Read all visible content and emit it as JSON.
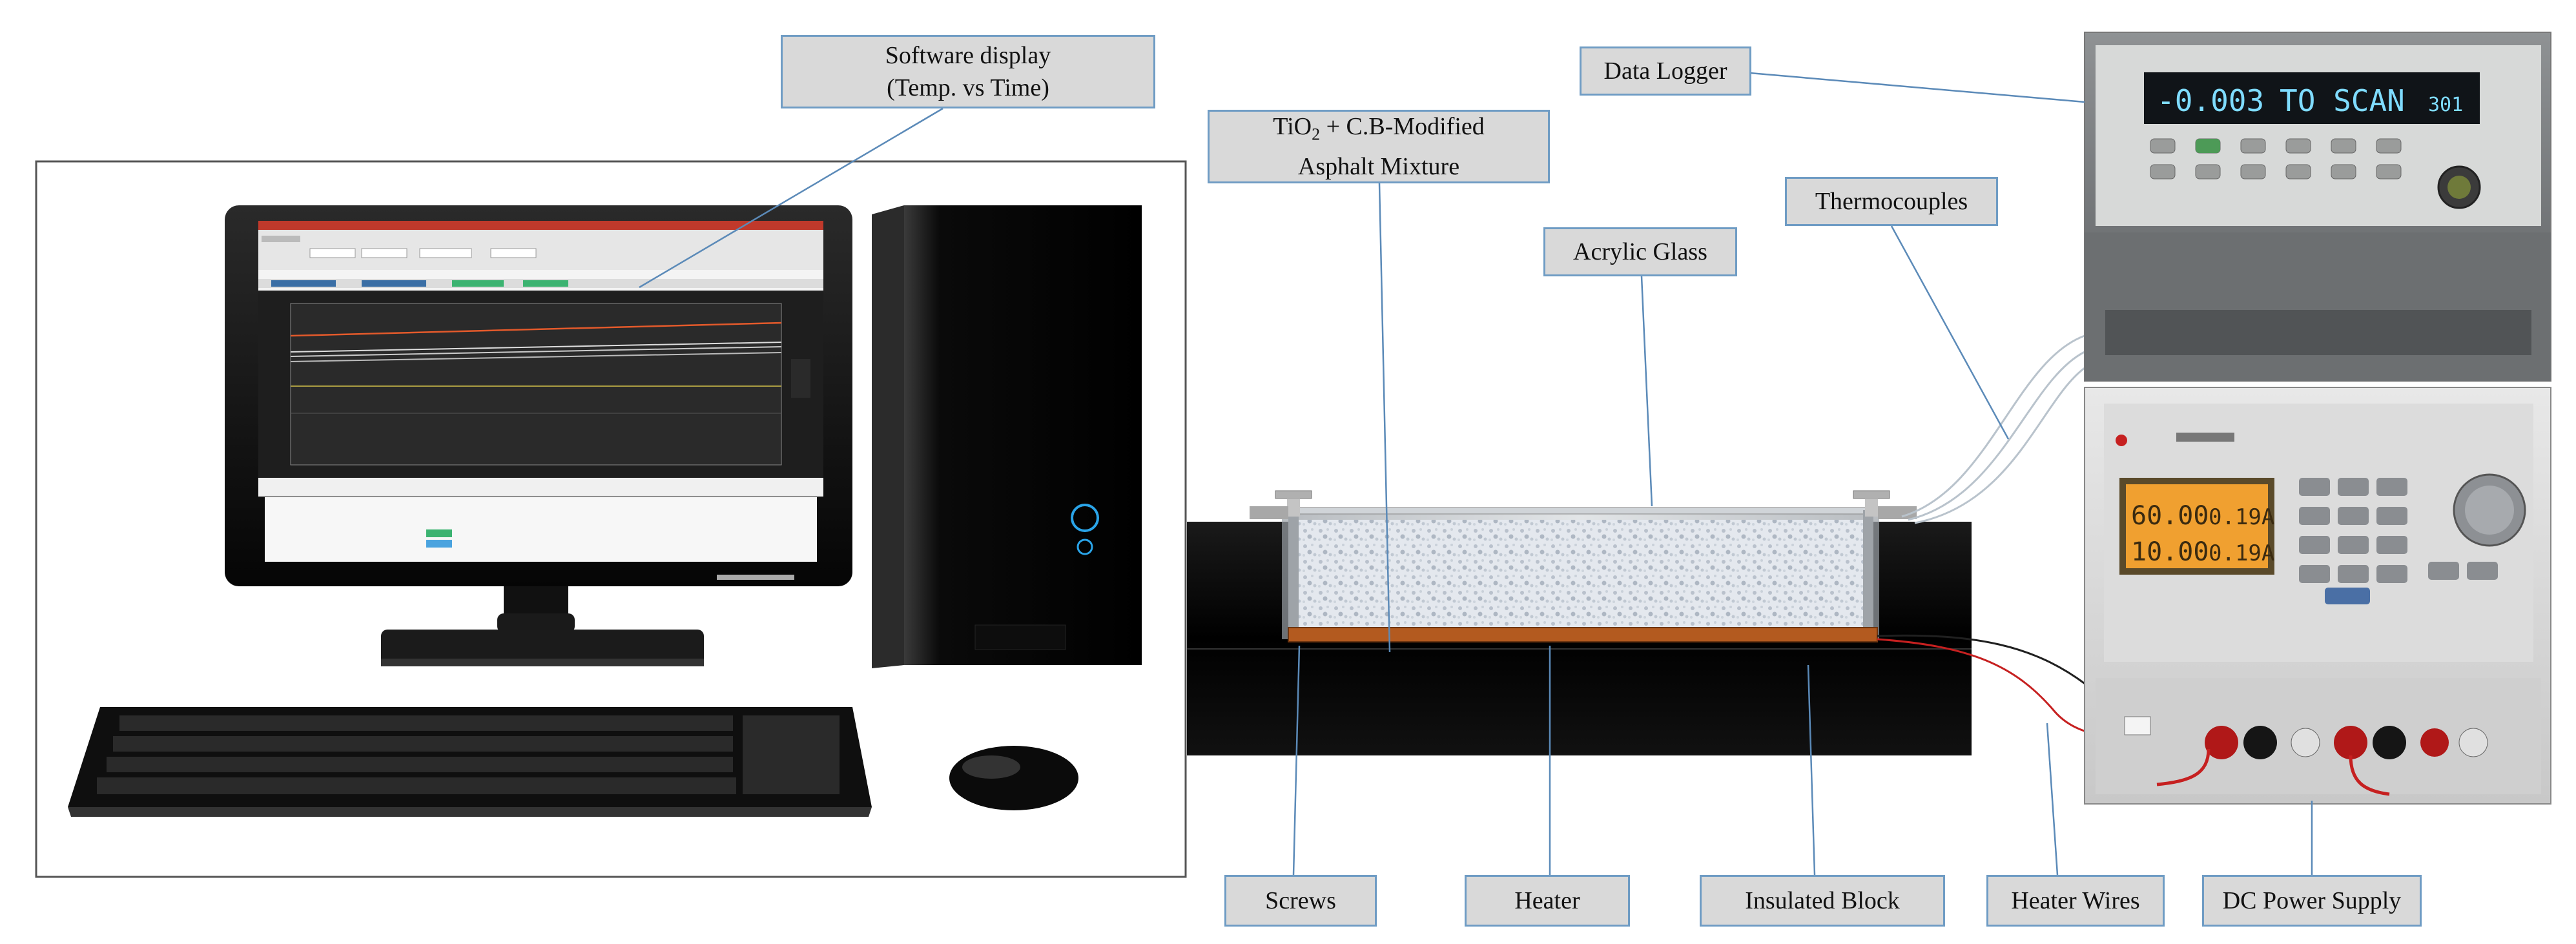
{
  "labels": {
    "software_display_line1": "Software display",
    "software_display_line2": "(Temp. vs Time)",
    "mixture_line1_prefix": "TiO",
    "mixture_line1_sub": "2",
    "mixture_line1_suffix": " + C.B-Modified",
    "mixture_line2": "Asphalt Mixture",
    "acrylic_glass": "Acrylic Glass",
    "data_logger": "Data Logger",
    "thermocouples": "Thermocouples",
    "screws": "Screws",
    "heater": "Heater",
    "insulated_block": "Insulated Block",
    "heater_wires": "Heater Wires",
    "dc_power_supply": "DC Power Supply"
  },
  "data_logger_display": {
    "value": "-0.003",
    "mode": "TO SCAN",
    "channel": "301"
  },
  "power_supply_display": {
    "line1_v": "60.00",
    "line1_a": "0.19A",
    "line2_v": "10.00",
    "line2_a": "0.19A"
  },
  "colors": {
    "label_fill": "#d9d9d9",
    "label_border": "#6f9cc4",
    "leader_line": "#5b8ab8",
    "block": "#050505",
    "heater": "#b35a1f",
    "lcd_orange": "#f0a030"
  }
}
